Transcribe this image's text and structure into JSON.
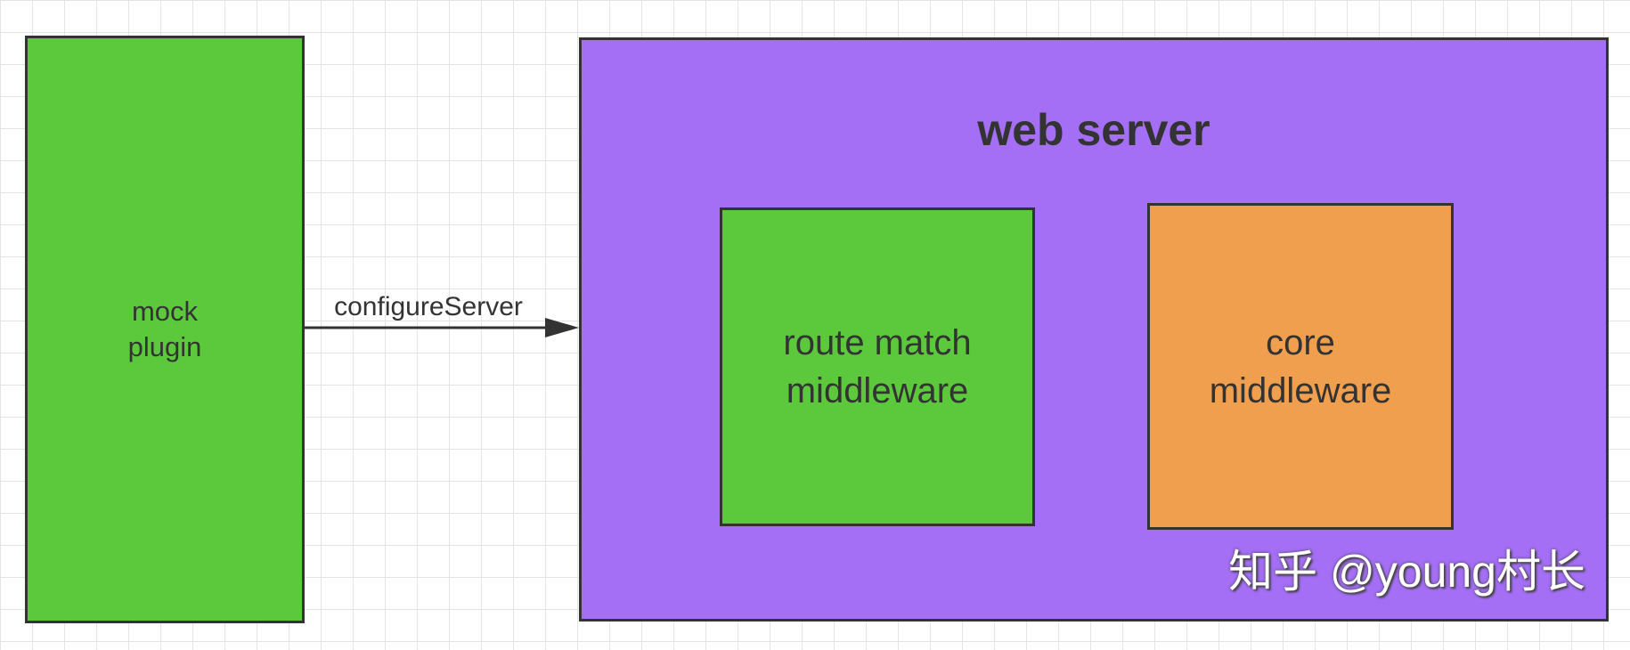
{
  "nodes": {
    "mock_plugin": {
      "lines": [
        "mock",
        "plugin"
      ]
    },
    "web_server": {
      "title": "web server"
    },
    "route_match": {
      "lines": [
        "route match",
        "middleware"
      ]
    },
    "core": {
      "lines": [
        "core",
        "middleware"
      ]
    }
  },
  "edges": [
    {
      "from": "mock_plugin",
      "to": "web_server",
      "label": "configureServer"
    }
  ],
  "watermark": "知乎 @young村长",
  "colors": {
    "green": "#5cc93c",
    "purple": "#a46ef5",
    "orange": "#f09f4e",
    "border": "#333333"
  }
}
